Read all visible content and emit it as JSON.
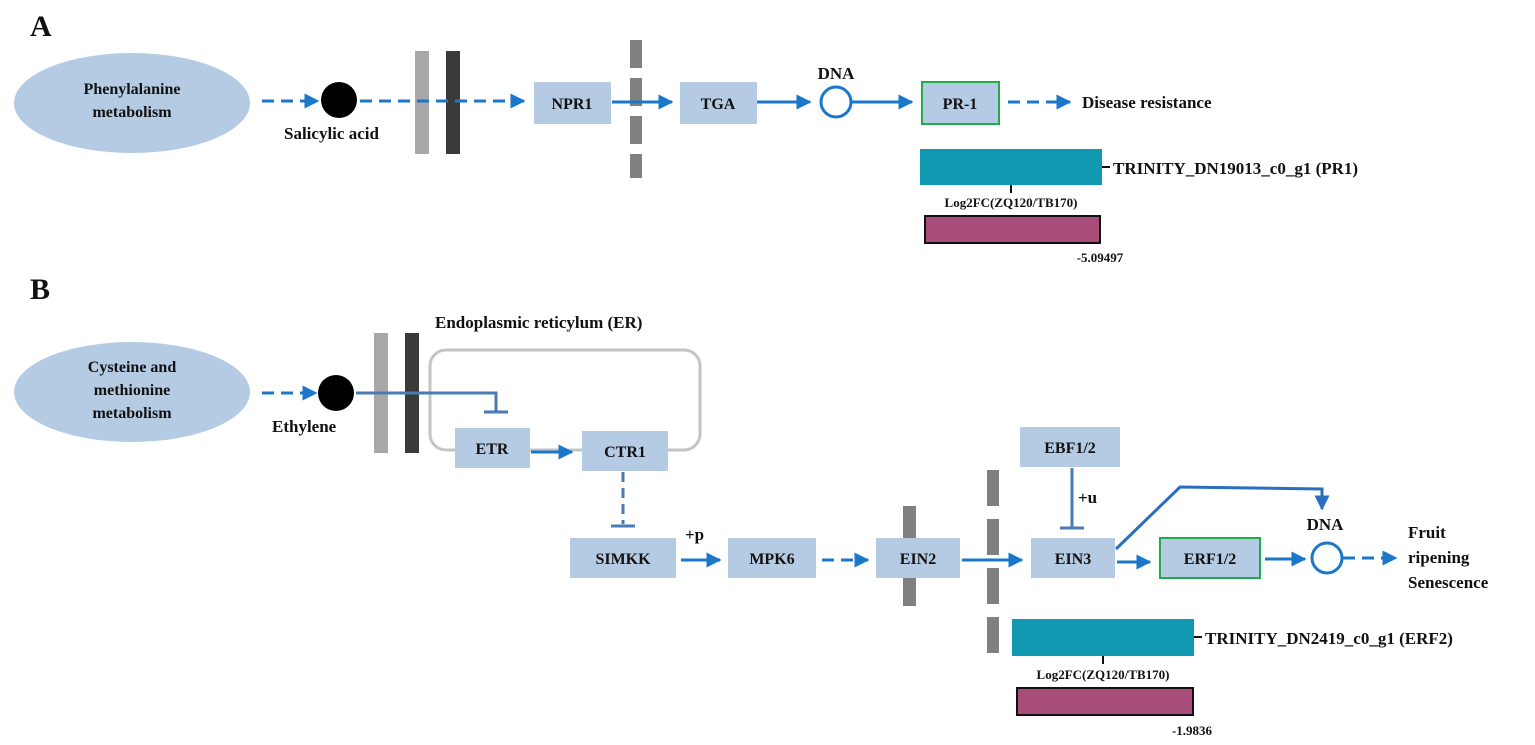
{
  "panels": {
    "a": "A",
    "b": "B"
  },
  "panelA": {
    "pathway": [
      "Phenylalanine",
      "metabolism"
    ],
    "compound": "Salicylic acid",
    "npr1": "NPR1",
    "tga": "TGA",
    "dna": "DNA",
    "pr1": "PR-1",
    "outcome": "Disease  resistance",
    "gene": "TRINITY_DN19013_c0_g1 (PR1)",
    "scale_label": "Log2FC(ZQ120/TB170)",
    "value": "-5.09497"
  },
  "panelB": {
    "pathway": [
      "Cysteine and",
      "methionine",
      "metabolism"
    ],
    "compound": "Ethylene",
    "er": "Endoplasmic reticylum (ER)",
    "etr": "ETR",
    "ctr1": "CTR1",
    "simkk": "SIMKK",
    "plus_p": "+p",
    "mpk6": "MPK6",
    "ein2": "EIN2",
    "ebf12": "EBF1/2",
    "plus_u": "+u",
    "ein3": "EIN3",
    "erf12": "ERF1/2",
    "dna": "DNA",
    "outcome": [
      "Fruit",
      "ripening",
      "Senescence"
    ],
    "gene": "TRINITY_DN2419_c0_g1 (ERF2)",
    "scale_label": "Log2FC(ZQ120/TB170)",
    "value": "-1.9836"
  },
  "colors": {
    "node_fill": "#b4cbe3",
    "ellipse_fill": "#b4cbe3",
    "arrow": "#1a77c9",
    "inhibit": "#4a7bb5",
    "teal_bar": "#1199b2",
    "magenta_bar": "#a84c7a",
    "green_border": "#22aa4a",
    "bar_light": "#a8a8a8",
    "bar_dark": "#3a3a3a",
    "bar_mid": "#808080",
    "er_outline": "#c4c4c4"
  }
}
